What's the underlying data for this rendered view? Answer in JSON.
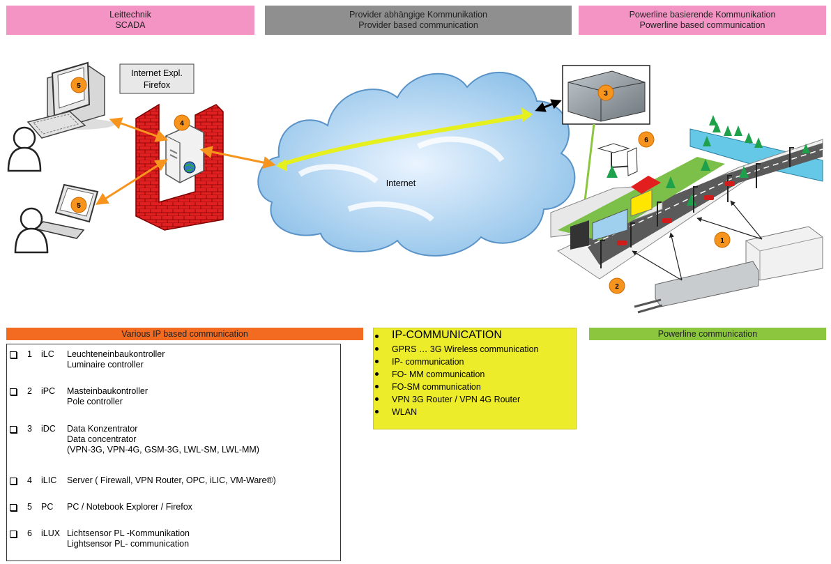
{
  "headers": {
    "scada": [
      "Leittechnik",
      "SCADA"
    ],
    "provider": [
      "Provider abhängige Kommunikation",
      "Provider based communication"
    ],
    "powerline": [
      "Powerline basierende Kommunikation",
      "Powerline based communication"
    ]
  },
  "diagram": {
    "browser_box": [
      "Internet Expl.",
      "Firefox"
    ],
    "cloud_label": "Internet",
    "badges": [
      "1",
      "2",
      "3",
      "4",
      "5",
      "5",
      "6"
    ]
  },
  "bars": {
    "ip": "Various IP based communication",
    "powerline": "Powerline communication"
  },
  "legend": [
    {
      "num": "1",
      "abbr": "iLC",
      "lines": [
        "Leuchteneinbaukontroller",
        "Luminaire controller"
      ]
    },
    {
      "num": "2",
      "abbr": "iPC",
      "lines": [
        "Masteinbaukontroller",
        "Pole controller"
      ]
    },
    {
      "num": "3",
      "abbr": "iDC",
      "lines": [
        "Data Konzentrator",
        "Data concentrator",
        "(VPN-3G, VPN-4G, GSM-3G, LWL-SM, LWL-MM)"
      ]
    },
    {
      "num": "4",
      "abbr": "iLIC",
      "lines": [
        "Server ( Firewall, VPN Router, OPC, iLIC,  VM-Ware®)"
      ]
    },
    {
      "num": "5",
      "abbr": "PC",
      "lines": [
        "PC / Notebook Explorer / Firefox"
      ]
    },
    {
      "num": "6",
      "abbr": "iLUX",
      "lines": [
        "Lichtsensor PL -Kommunikation",
        "Lightsensor PL- communication"
      ]
    }
  ],
  "ip_box": {
    "title": "IP-COMMUNICATION",
    "items": [
      "GPRS … 3G Wireless communication",
      "IP- communication",
      "FO- MM communication",
      "FO-SM communication",
      "VPN 3G Router / VPN 4G Router",
      "WLAN"
    ]
  },
  "colors": {
    "pink": "#f394c4",
    "gray": "#8f8f8f",
    "orange": "#f26b21",
    "green": "#8cc63f",
    "yellow": "#ecec2a",
    "badge": "#f7941d",
    "arrow": "#f7941d",
    "beam": "#e6f01e"
  }
}
